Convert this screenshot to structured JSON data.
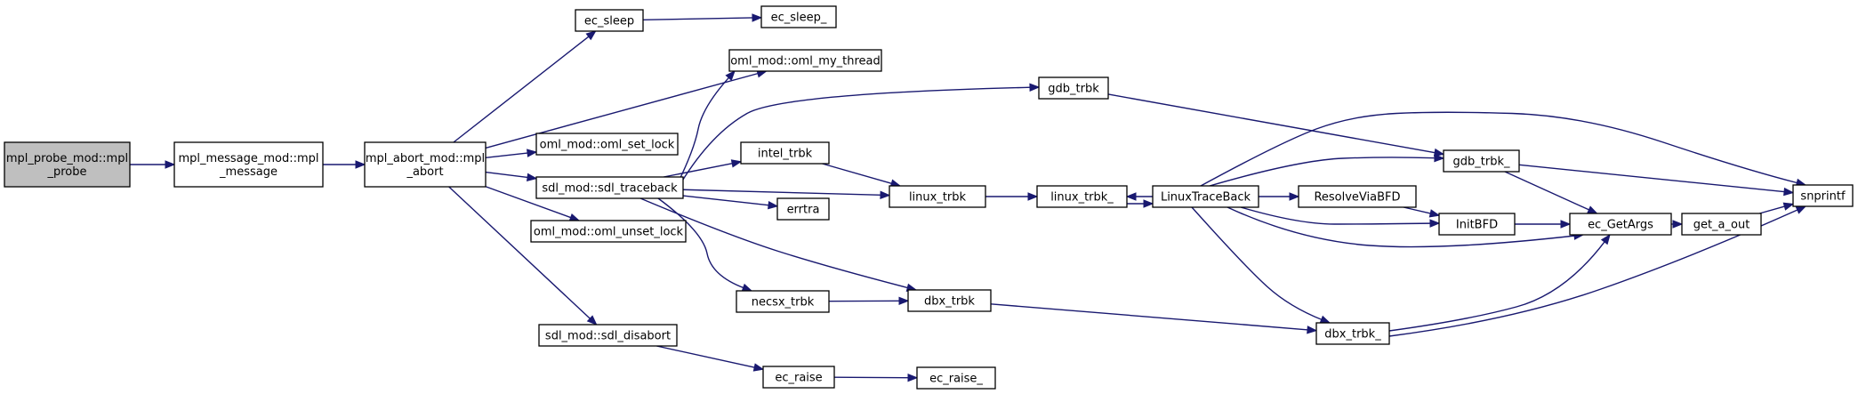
{
  "colors": {
    "edge": "#191970",
    "node_fill": "#ffffff",
    "node_highlight_fill": "#bfbfbf",
    "node_border": "#000000"
  },
  "nodes": [
    {
      "id": "probe",
      "lines": [
        "mpl_probe_mod::mpl",
        "_probe"
      ],
      "highlight": true
    },
    {
      "id": "message",
      "lines": [
        "mpl_message_mod::mpl",
        "_message"
      ]
    },
    {
      "id": "abort",
      "lines": [
        "mpl_abort_mod::mpl",
        "_abort"
      ]
    },
    {
      "id": "ec_sleep",
      "lines": [
        "ec_sleep"
      ]
    },
    {
      "id": "ec_sleep_",
      "lines": [
        "ec_sleep_"
      ]
    },
    {
      "id": "oml_my_thread",
      "lines": [
        "oml_mod::oml_my_thread"
      ]
    },
    {
      "id": "oml_set_lock",
      "lines": [
        "oml_mod::oml_set_lock"
      ]
    },
    {
      "id": "sdl_traceback",
      "lines": [
        "sdl_mod::sdl_traceback"
      ]
    },
    {
      "id": "oml_unset_lock",
      "lines": [
        "oml_mod::oml_unset_lock"
      ]
    },
    {
      "id": "sdl_disabort",
      "lines": [
        "sdl_mod::sdl_disabort"
      ]
    },
    {
      "id": "gdb_trbk",
      "lines": [
        "gdb_trbk"
      ]
    },
    {
      "id": "intel_trbk",
      "lines": [
        "intel_trbk"
      ]
    },
    {
      "id": "errtra",
      "lines": [
        "errtra"
      ]
    },
    {
      "id": "necsx_trbk",
      "lines": [
        "necsx_trbk"
      ]
    },
    {
      "id": "ec_raise",
      "lines": [
        "ec_raise"
      ]
    },
    {
      "id": "ec_raise_",
      "lines": [
        "ec_raise_"
      ]
    },
    {
      "id": "linux_trbk",
      "lines": [
        "linux_trbk"
      ]
    },
    {
      "id": "dbx_trbk",
      "lines": [
        "dbx_trbk"
      ]
    },
    {
      "id": "linux_trbk_",
      "lines": [
        "linux_trbk_"
      ]
    },
    {
      "id": "LinuxTraceBack",
      "lines": [
        "LinuxTraceBack"
      ]
    },
    {
      "id": "gdb_trbk_",
      "lines": [
        "gdb_trbk_"
      ]
    },
    {
      "id": "ResolveViaBFD",
      "lines": [
        "ResolveViaBFD"
      ]
    },
    {
      "id": "InitBFD",
      "lines": [
        "InitBFD"
      ]
    },
    {
      "id": "dbx_trbk_",
      "lines": [
        "dbx_trbk_"
      ]
    },
    {
      "id": "ec_GetArgs",
      "lines": [
        "ec_GetArgs"
      ]
    },
    {
      "id": "get_a_out",
      "lines": [
        "get_a_out"
      ]
    },
    {
      "id": "snprintf",
      "lines": [
        "snprintf"
      ]
    }
  ],
  "edges": [
    {
      "from": "probe",
      "to": "message"
    },
    {
      "from": "message",
      "to": "abort"
    },
    {
      "from": "abort",
      "to": "ec_sleep"
    },
    {
      "from": "abort",
      "to": "oml_my_thread"
    },
    {
      "from": "abort",
      "to": "oml_set_lock"
    },
    {
      "from": "abort",
      "to": "sdl_traceback"
    },
    {
      "from": "abort",
      "to": "oml_unset_lock"
    },
    {
      "from": "abort",
      "to": "sdl_disabort"
    },
    {
      "from": "ec_sleep",
      "to": "ec_sleep_"
    },
    {
      "from": "sdl_traceback",
      "to": "oml_my_thread"
    },
    {
      "from": "sdl_traceback",
      "to": "gdb_trbk"
    },
    {
      "from": "sdl_traceback",
      "to": "intel_trbk"
    },
    {
      "from": "sdl_traceback",
      "to": "linux_trbk"
    },
    {
      "from": "sdl_traceback",
      "to": "errtra"
    },
    {
      "from": "sdl_traceback",
      "to": "necsx_trbk"
    },
    {
      "from": "sdl_traceback",
      "to": "dbx_trbk"
    },
    {
      "from": "sdl_disabort",
      "to": "ec_raise"
    },
    {
      "from": "ec_raise",
      "to": "ec_raise_"
    },
    {
      "from": "intel_trbk",
      "to": "linux_trbk"
    },
    {
      "from": "necsx_trbk",
      "to": "dbx_trbk"
    },
    {
      "from": "gdb_trbk",
      "to": "gdb_trbk_"
    },
    {
      "from": "linux_trbk",
      "to": "linux_trbk_"
    },
    {
      "from": "dbx_trbk",
      "to": "dbx_trbk_"
    },
    {
      "from": "linux_trbk_",
      "to": "LinuxTraceBack"
    },
    {
      "from": "LinuxTraceBack",
      "to": "linux_trbk_"
    },
    {
      "from": "LinuxTraceBack",
      "to": "gdb_trbk_"
    },
    {
      "from": "LinuxTraceBack",
      "to": "ResolveViaBFD"
    },
    {
      "from": "LinuxTraceBack",
      "to": "InitBFD"
    },
    {
      "from": "LinuxTraceBack",
      "to": "ec_GetArgs"
    },
    {
      "from": "LinuxTraceBack",
      "to": "snprintf"
    },
    {
      "from": "LinuxTraceBack",
      "to": "dbx_trbk_"
    },
    {
      "from": "ResolveViaBFD",
      "to": "InitBFD"
    },
    {
      "from": "gdb_trbk_",
      "to": "ec_GetArgs"
    },
    {
      "from": "gdb_trbk_",
      "to": "snprintf"
    },
    {
      "from": "InitBFD",
      "to": "ec_GetArgs"
    },
    {
      "from": "dbx_trbk_",
      "to": "ec_GetArgs"
    },
    {
      "from": "dbx_trbk_",
      "to": "snprintf"
    },
    {
      "from": "ec_GetArgs",
      "to": "get_a_out"
    },
    {
      "from": "get_a_out",
      "to": "snprintf"
    }
  ]
}
